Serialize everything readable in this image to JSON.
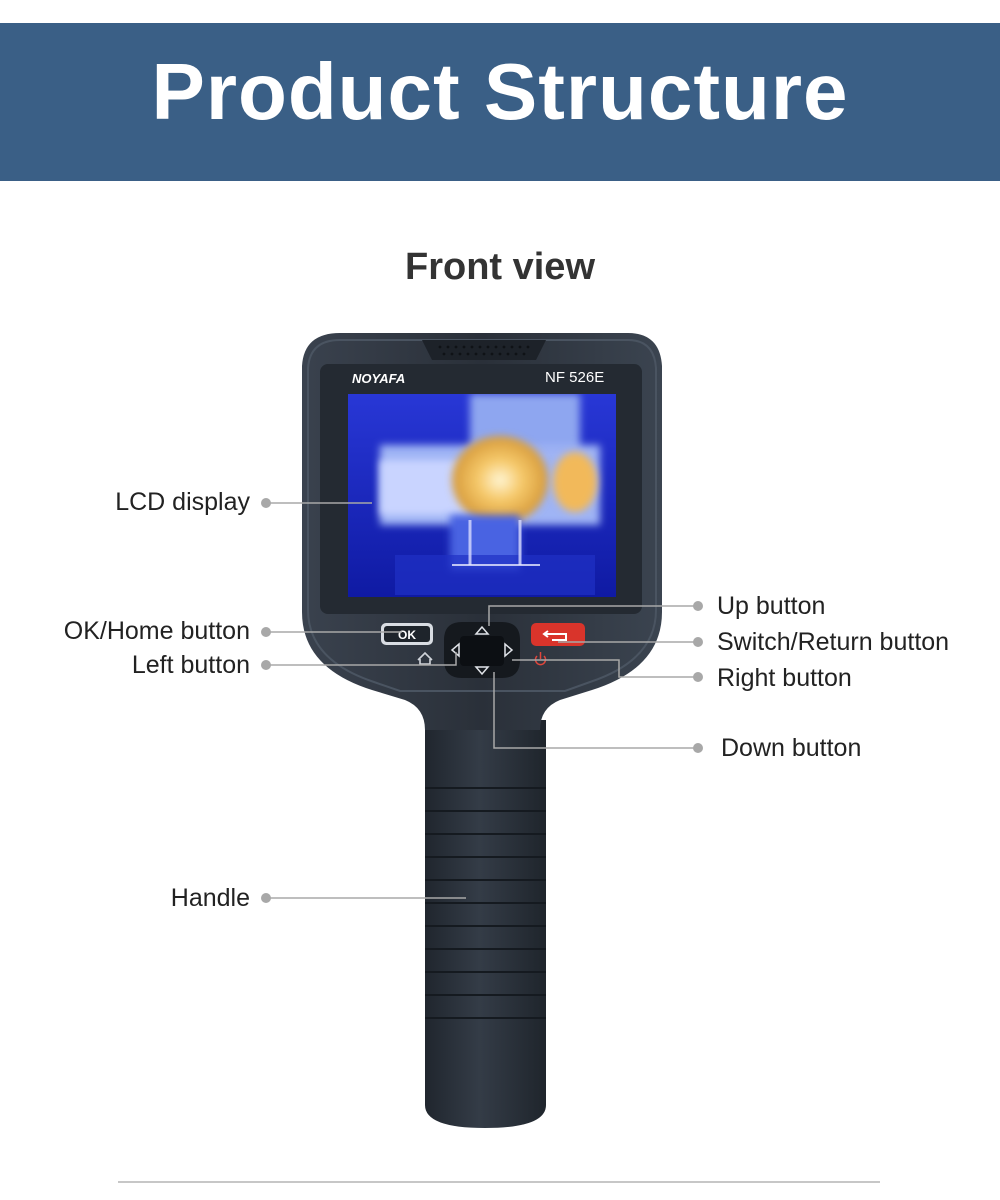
{
  "header": {
    "title": "Product Structure"
  },
  "view": {
    "title": "Front view"
  },
  "device": {
    "brand": "NOYAFA",
    "model": "NF 526E",
    "ok_key": "OK"
  },
  "labels": {
    "lcd_display": "LCD display",
    "ok_home_button": "OK/Home button",
    "left_button": "Left button",
    "handle": "Handle",
    "up_button": "Up button",
    "switch_return_button": "Switch/Return button",
    "right_button": "Right button",
    "down_button": "Down button"
  },
  "colors": {
    "banner": "#3a5f86",
    "device_body": "#2b323c",
    "return_key": "#d9342b",
    "leader_line": "#a8a8a8",
    "thermal_hot": "#f3c25c",
    "thermal_cold": "#1a25c9"
  }
}
